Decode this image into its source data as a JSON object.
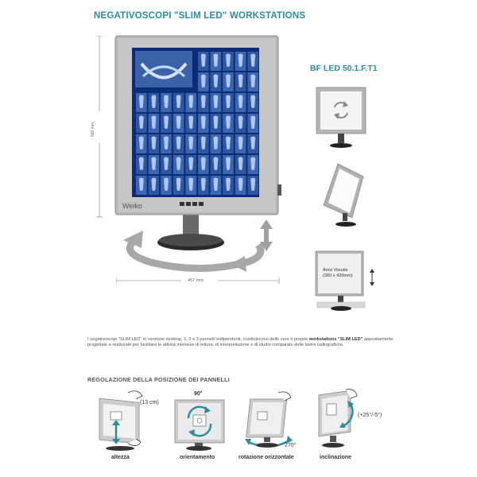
{
  "header": {
    "title": "NEGATIVOSCOPI \"SLIM LED\" WORKSTATIONS",
    "model": "BF LED 50.1.F.T1"
  },
  "main_display": {
    "brand": "Weiko",
    "height_label": "565 mm",
    "width_label": "457 mm"
  },
  "side_views": {
    "area_label_line1": "Area Visuale",
    "area_label_line2": "(360 x 420mm)"
  },
  "description": {
    "part1": "I negativoscopi \"SLIM LED\" in versione desktop, 1, 2 e 3 pannelli indipendenti, costituiscono  delle vere e proprie ",
    "bold": "workstations \"SLIM LED\"",
    "part2": " appositamente progettate e realizzate per facilitare le attività intensive di lettura, di interpretazione e di studio comparato delle lastre radiografiche."
  },
  "adjustments": {
    "title": "REGOLAZIONE DELLA POSIZIONE DEI PANNELLI",
    "items": [
      {
        "caption": "altezza",
        "note": "(13 cm)"
      },
      {
        "caption": "orientamento",
        "note": "90°"
      },
      {
        "caption": "rotazione orizzontale",
        "note": "270°"
      },
      {
        "caption": "inclinazione",
        "note": "(+25°/-5°)"
      }
    ]
  },
  "colors": {
    "accent": "#2a8ea0",
    "frame": "#b3b3b3",
    "screen": "#0c2c78",
    "arrow": "#9a9a9a"
  }
}
